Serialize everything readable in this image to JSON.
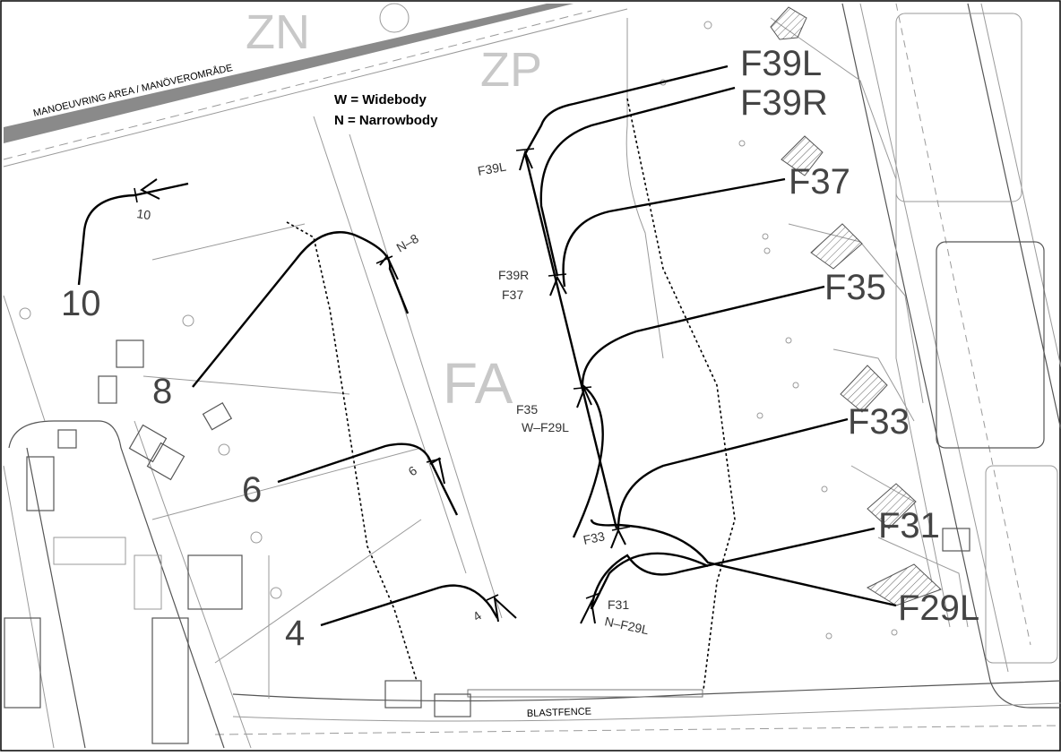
{
  "zones": {
    "zn": "ZN",
    "zp": "ZP",
    "fa": "FA"
  },
  "legend": {
    "widebody": "W = Widebody",
    "narrowbody": "N = Narrowbody"
  },
  "labels": {
    "manoeuvring_area": "MANOEUVRING AREA / MANÖVEROMRÅDE",
    "blastfence": "BLASTFENCE"
  },
  "stands": {
    "s10": "10",
    "s8": "8",
    "s6": "6",
    "s4": "4",
    "f39l": "F39L",
    "f39r": "F39R",
    "f37": "F37",
    "f35": "F35",
    "f33": "F33",
    "f31": "F31",
    "f29l": "F29L"
  },
  "stop_labels": {
    "s10": "10",
    "n8": "N–8",
    "s6": "6",
    "s4": "4",
    "f39l": "F39L",
    "f39r": "F39R",
    "f37": "F37",
    "f35": "F35",
    "w_f29l": "W–F29L",
    "f33": "F33",
    "f31": "F31",
    "n_f29l": "N–F29L"
  }
}
